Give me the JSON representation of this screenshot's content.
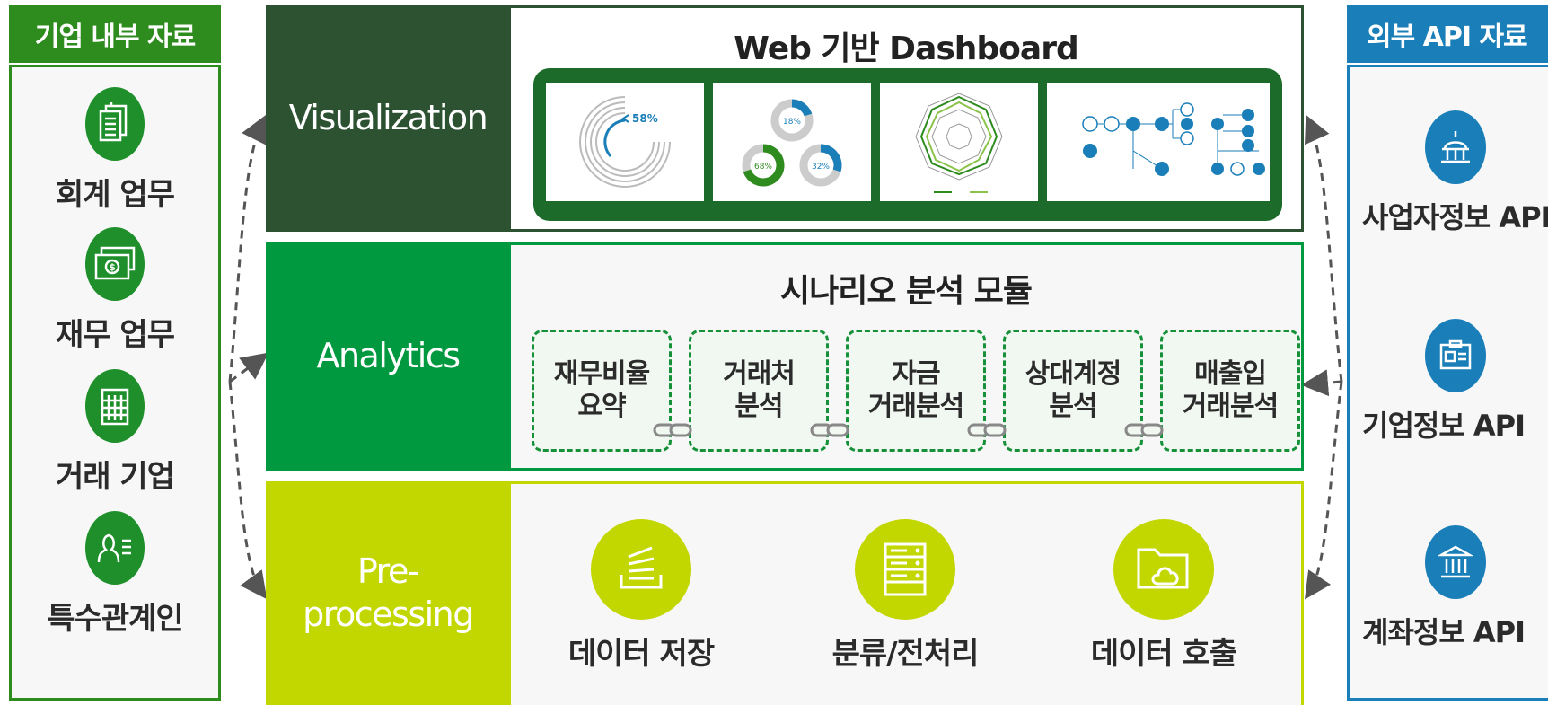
{
  "left": {
    "header": "기업 내부 자료",
    "items": [
      {
        "label": "회계 업무",
        "icon": "documents-icon"
      },
      {
        "label": "재무 업무",
        "icon": "money-icon"
      },
      {
        "label": "거래 기업",
        "icon": "building-icon"
      },
      {
        "label": "특수관계인",
        "icon": "person-list-icon"
      }
    ]
  },
  "right": {
    "header": "외부 API 자료",
    "items": [
      {
        "label": "사업자정보 API",
        "icon": "capitol-icon"
      },
      {
        "label": "기업정보 API",
        "icon": "id-card-icon"
      },
      {
        "label": "계좌정보 API",
        "icon": "bank-icon"
      }
    ]
  },
  "visualization": {
    "label": "Visualization",
    "title": "Web 기반 Dashboard",
    "thumbs": {
      "gauge_value": "58%",
      "donuts": [
        "18%",
        "68%",
        "32%"
      ]
    }
  },
  "analytics": {
    "label": "Analytics",
    "title": "시나리오 분석 모듈",
    "modules": [
      {
        "line1": "재무비율",
        "line2": "요약"
      },
      {
        "line1": "거래처",
        "line2": "분석"
      },
      {
        "line1": "자금",
        "line2": "거래분석"
      },
      {
        "line1": "상대계정",
        "line2": "분석"
      },
      {
        "line1": "매출입",
        "line2": "거래분석"
      }
    ]
  },
  "preprocessing": {
    "label_line1": "Pre-",
    "label_line2": "processing",
    "steps": [
      {
        "label": "데이터 저장",
        "icon": "stack-icon"
      },
      {
        "label": "분류/전처리",
        "icon": "server-icon"
      },
      {
        "label": "데이터 호출",
        "icon": "cloud-folder-icon"
      }
    ]
  },
  "colors": {
    "internal_green": "#2e8b1e",
    "external_blue": "#1a7eb8",
    "viz_dark_green": "#2d5232",
    "analytics_green": "#00993f",
    "preprocessing_lime": "#c2d600"
  }
}
